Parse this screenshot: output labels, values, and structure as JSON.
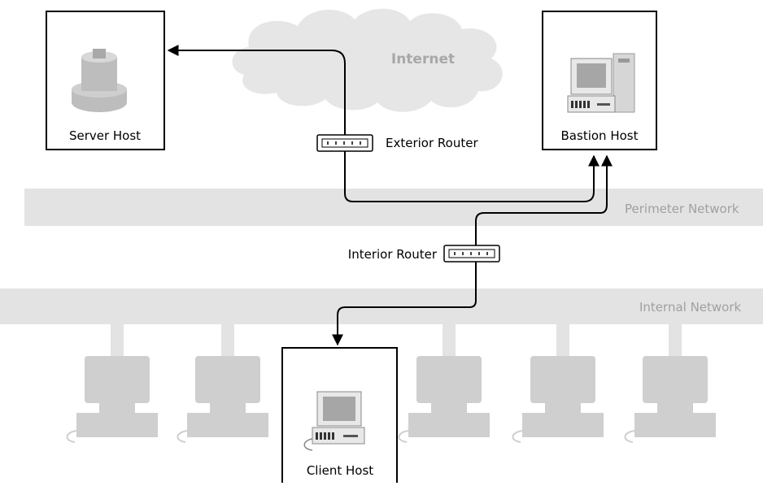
{
  "labels": {
    "internet": "Internet",
    "server_host": "Server Host",
    "bastion_host": "Bastion Host",
    "exterior_router": "Exterior Router",
    "interior_router": "Interior Router",
    "perimeter_network": "Perimeter Network",
    "internal_network": "Internal Network",
    "client_host": "Client Host"
  },
  "colors": {
    "network_band": "#e3e3e3",
    "cloud": "#e6e6e6",
    "cloud_text": "#a8a8a8",
    "network_text": "#a0a0a0",
    "gray_terminal": "#cfcfcf",
    "line": "#000000"
  }
}
